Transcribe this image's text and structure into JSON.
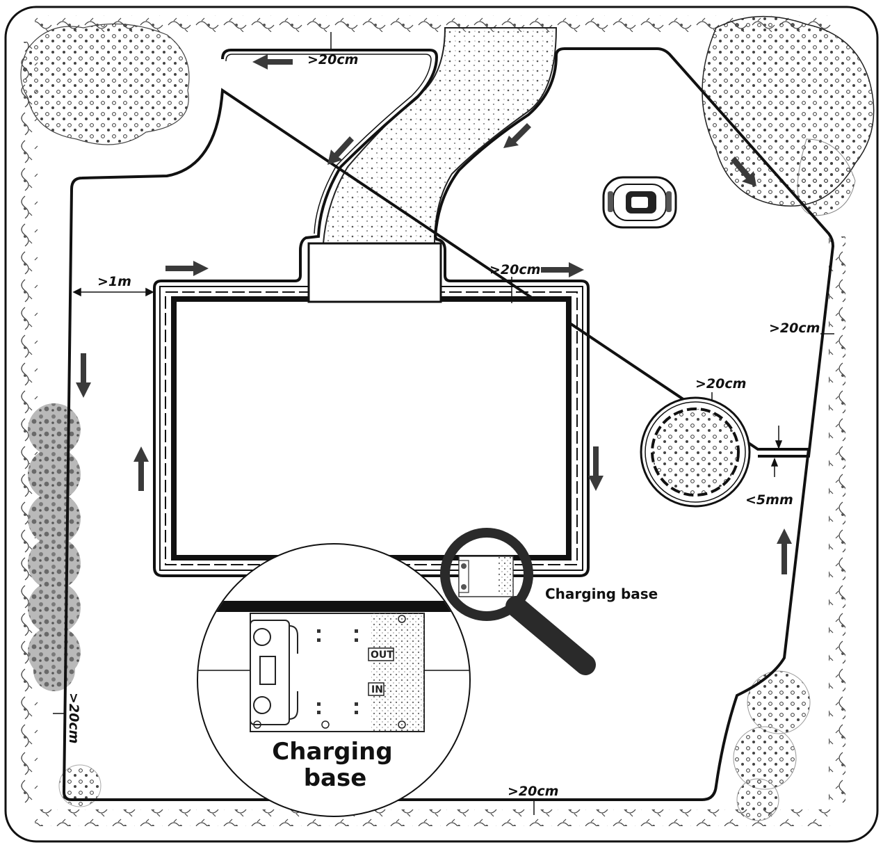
{
  "labels": {
    "top_gap": ">20cm",
    "left_gap": ">1m",
    "pool_gap": ">20cm",
    "right_gap": ">20cm",
    "tree_gap": ">20cm",
    "wire_gap": "<5mm",
    "bottom_gap": ">20cm",
    "left_bottom_gap": ">20cm",
    "charging_base_small": "Charging base",
    "charging_base_big_line1": "Charging",
    "charging_base_big_line2": "base",
    "station_out": "OUT",
    "station_in": "IN"
  },
  "colors": {
    "line": "#111111",
    "arrow": "#3a3a3a",
    "hedge": "#8a8a8a",
    "path_fill": "#f2f2f2"
  },
  "icons": {
    "arrow": "direction-arrow-icon",
    "mower": "robot-mower-icon",
    "magnifier": "magnifier-icon"
  }
}
